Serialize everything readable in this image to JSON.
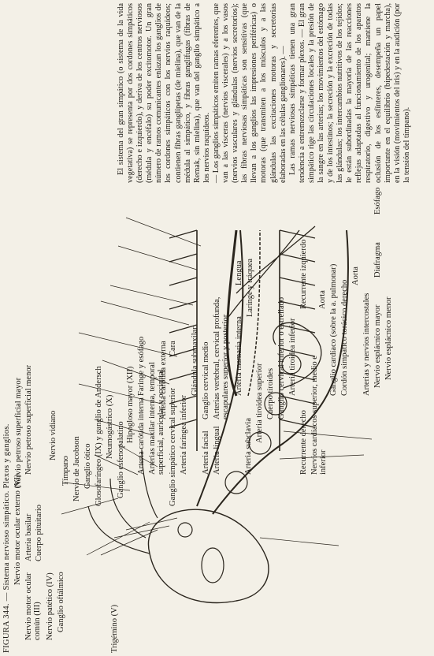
{
  "caption": "FIGURA 344. — Sistema nervioso simpático. Plexos y ganglios.",
  "labels": {
    "arteria_basilar": "Arteria basilar",
    "cuerpo_pituitario": "Cuerpo pituitario",
    "motor_ocular_externo": "Nervio motor ocular externo (VI)",
    "motor_ocular_comun": "Nervio motor ocular común (III)",
    "patetico": "Nervio patético (IV)",
    "ganglio_oftalmico": "Ganglio oftálmico",
    "trigemino": "Trigémino (V)",
    "petroso_mayor": "Nervio petroso superficial mayor",
    "petroso_menor": "Nervio petroso superficial menor",
    "vidiano": "Nervio vidiano",
    "timpano": "Tímpano",
    "jacobson": "Nervio de Jacobson",
    "otico": "Ganglio ótico",
    "glosofaringeo": "Glosofaríngeo (IX) y ganglio de Andersch",
    "neumogastrico": "Neumogástrico (X)",
    "esfenopalatino": "Ganglio esfenopalatino",
    "hipogloso": "Hipogloso mayor (XII)",
    "carotida_interna": "Arteria carótida interna",
    "maxilar_interna": "Arterias maxilar interna, temporal superficial, auricular y occipital",
    "faringe_esofago": "Faringe y esófago",
    "cervical_superior": "Ganglio simpático cervical superior",
    "carotida_externa": "Arteria carótida externa",
    "cara": "Cara",
    "faringea_inferior": "Arteria faríngea inferior",
    "submaxilar": "Glándula submaxilar",
    "facial": "Arteria facial",
    "cervical_medio": "Ganglio cervical medio",
    "lingual": "Arteria lingual",
    "vertebral": "Arterias vertebral, cervical profunda, escapulares superior y posterior",
    "lengua": "Lengua",
    "subclavia": "Arteria subclavia",
    "mamaria": "Arteria mamaria interna",
    "laringe": "Laringe y tráquea",
    "tiroidea_superior": "Arteria tiroidea superior",
    "tiroides": "Cuerpo tiroides",
    "cervical_inferior": "Ganglio cervical inferior o estrellado",
    "tiroidea_inferior": "Arteria tiroidea inferior",
    "recurrente_derecho": "Recurrente derecho",
    "recurrente_izquierdo": "Recurrente izquierdo",
    "cardiacos": "Nervios cardíacos superior, medio e inferior",
    "aorta1": "Aorta",
    "cardiaco_ganglio": "Ganglio cardíaco (sobre la a. pulmonar)",
    "cordon": "Cordón simpático torácico derecho",
    "aorta2": "Aorta",
    "intercostales": "Arterias y nervios intercostales",
    "esplacnico_mayor": "Nervio esplácnico mayor",
    "esplacnico_menor": "Nervio esplácnico menor",
    "diafragma": "Diafragma",
    "esofago": "Esófago"
  },
  "text": {
    "p1": "El sistema del gran simpático (o sistema de la vida vegetativa) se representa por dos cordones simpáticos (derecho e izquierdo), y deriva de los centros nerviosos (médula y encéfalo) su poder excitomotor. Un gran número de ramos comunicantes enlazan los ganglios de los cordones simpáticos con los nervios raquídeos; contienen fibras ganglípetas (de mielina), que van de la médula al simpático, y fibras ganglífugas (fibras de Remak, sin mielina), que van del ganglio simpático a los nervios raquídeos.",
    "p2": "— Los ganglios simpáticos emiten ramas eferentes, que van a las vísceras (nervios viscerales) y a los vasos (nervios vasculares y glándulas (nervios secretorios); las fibras nerviosas simpáticas son sensitivas (que llevan a los ganglios las impresiones periféricas) o motoras (que transmiten a los músculos y a las glándulas las excitaciones motoras y secretorias elaboradas en las células ganglionares). —",
    "p3": "Las ramas nerviosas simpáticas tienen una gran tendencia a entremezclarse y formar plexos. — El gran simpático rige las circulaciones locales y la presión de la sangre en las arterias; los movimientos del estómago y de los intestinos; la secreción y la excreción de todas las glándulas; los intercambios nutritivos de los tejidos; le están subordinadas la mayoría de las reacciones reflejas adaptadas al funcionamiento de los aparatos respiratorio, digestivo y urogenital; mantiene la oclusión de los esfínteres, desempeña un papel importante en el equilibrio (bipedestación y marcha), en la visión (movimientos del iris) y en la audición (por la tensión del tímpano)."
  }
}
